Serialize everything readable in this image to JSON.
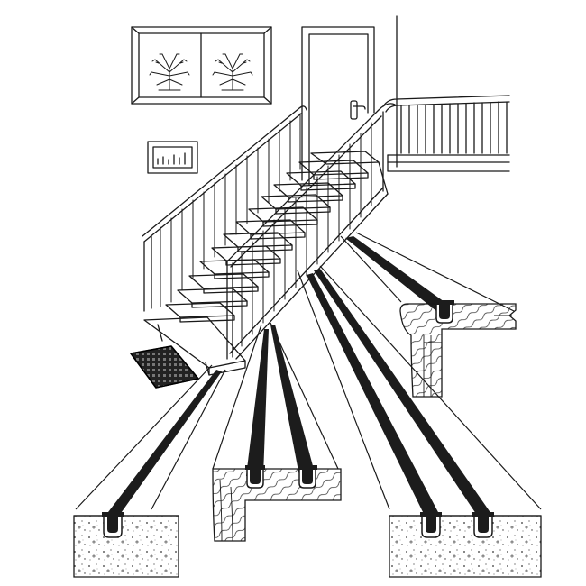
{
  "illustration": {
    "subject": "staircase-anti-slip-insert-profiles",
    "colors": {
      "line": "#1a1a1a",
      "insert": "#1c1c1c",
      "paper": "#ffffff",
      "concrete_speck": "#333333",
      "wood_grain": "#2a2a2a"
    },
    "callouts": [
      {
        "id": "concrete-single",
        "material": "concrete",
        "channels": 1
      },
      {
        "id": "wood-double",
        "material": "wood",
        "channels": 2
      },
      {
        "id": "concrete-double",
        "material": "concrete",
        "channels": 2
      },
      {
        "id": "wood-nosing-single",
        "material": "wood",
        "channels": 1
      }
    ]
  }
}
